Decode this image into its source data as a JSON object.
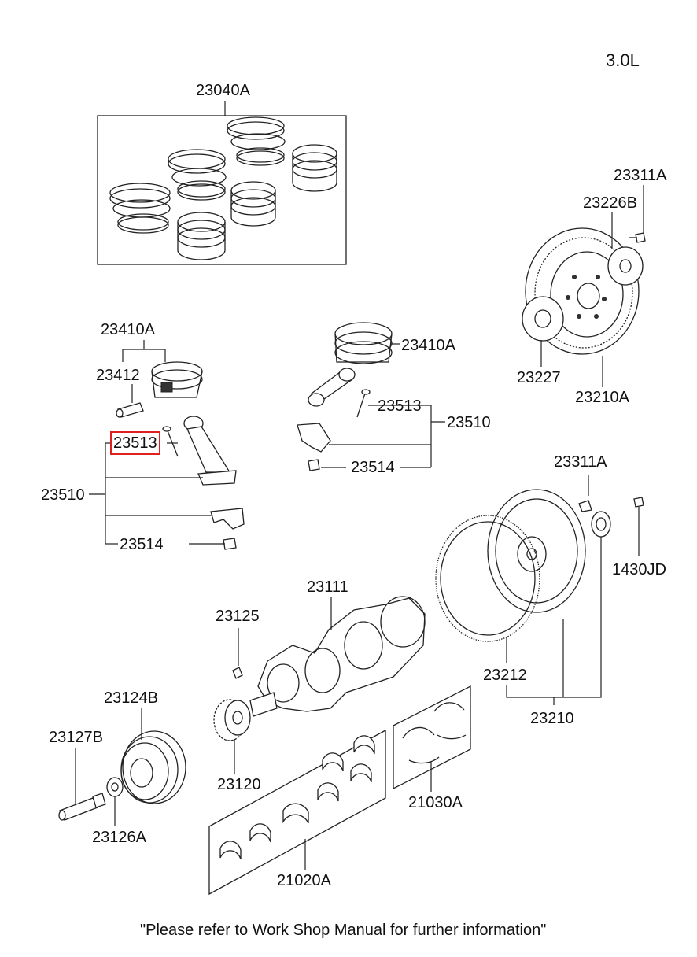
{
  "engine": "3.0L",
  "footer_note": "\"Please refer to Work Shop Manual for further information\"",
  "highlight_color": "#e02020",
  "parts": {
    "p23040A": "23040A",
    "p23311A_top": "23311A",
    "p23226B": "23226B",
    "p23410A_left": "23410A",
    "p23410A_right": "23410A",
    "p23412": "23412",
    "p23513_left": "23513",
    "p23513_right": "23513",
    "p23510_left": "23510",
    "p23510_right": "23510",
    "p23514_left": "23514",
    "p23514_right": "23514",
    "p23227": "23227",
    "p23210A": "23210A",
    "p23311A_mid": "23311A",
    "p1430JD": "1430JD",
    "p23111": "23111",
    "p23125": "23125",
    "p23212": "23212",
    "p23210": "23210",
    "p23124B": "23124B",
    "p23127B": "23127B",
    "p23120": "23120",
    "p21030A": "21030A",
    "p23126A": "23126A",
    "p21020A": "21020A"
  }
}
